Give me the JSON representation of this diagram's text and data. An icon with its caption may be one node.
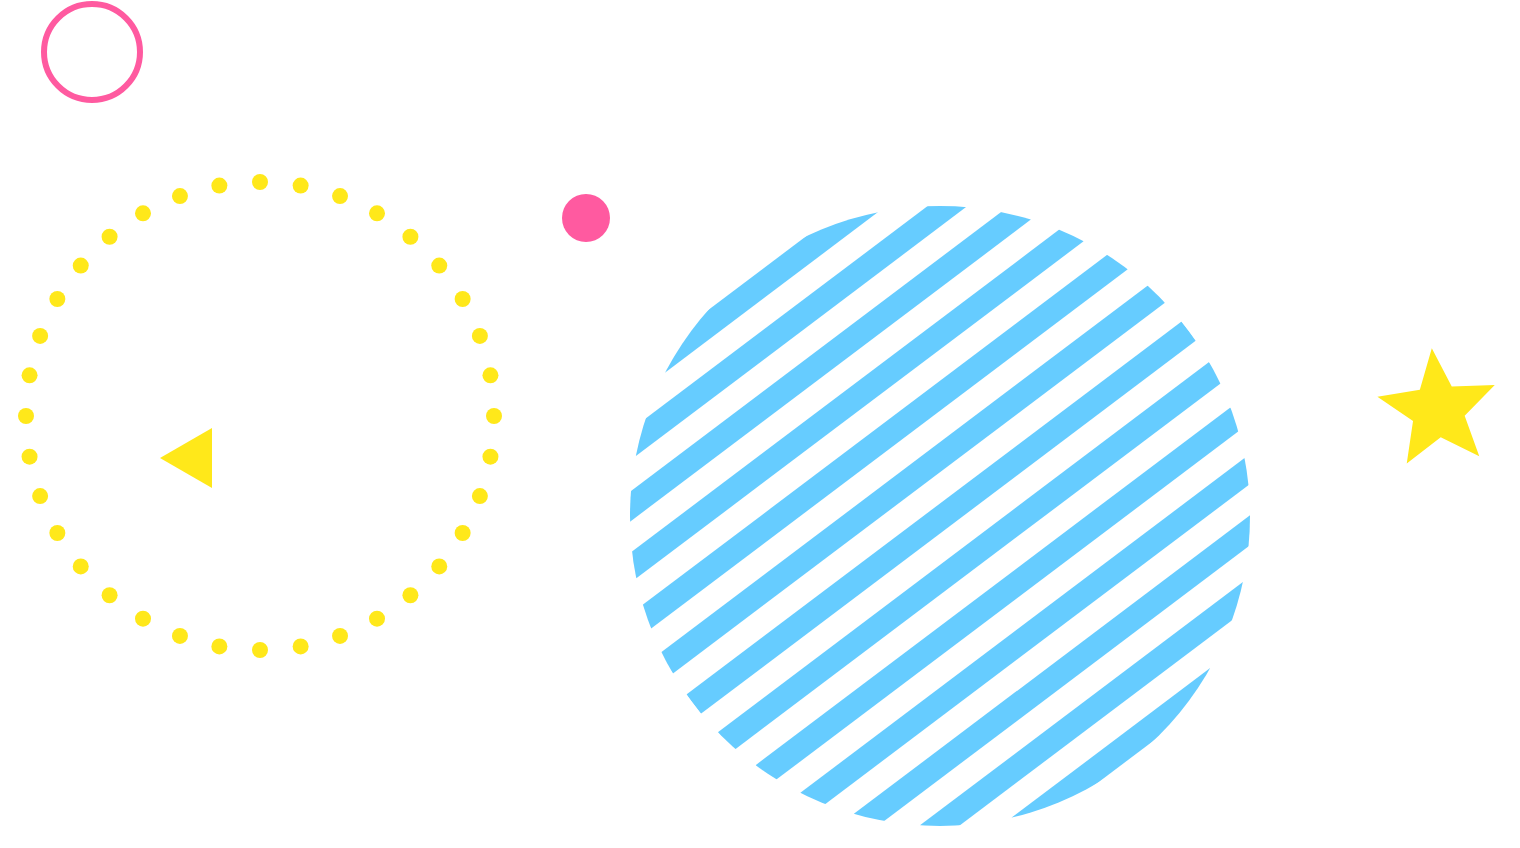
{
  "diagram": {
    "nodes": [
      {
        "text": [],
        "shape": "ring"
      },
      {
        "text": [],
        "shape": "dotted-circle"
      },
      {
        "text": [],
        "shape": "triangle",
        "in": 1
      },
      {
        "text": [],
        "shape": "circle"
      },
      {
        "text": [],
        "shape": "striped-circle"
      },
      {
        "text": [],
        "shape": "star"
      }
    ]
  }
}
